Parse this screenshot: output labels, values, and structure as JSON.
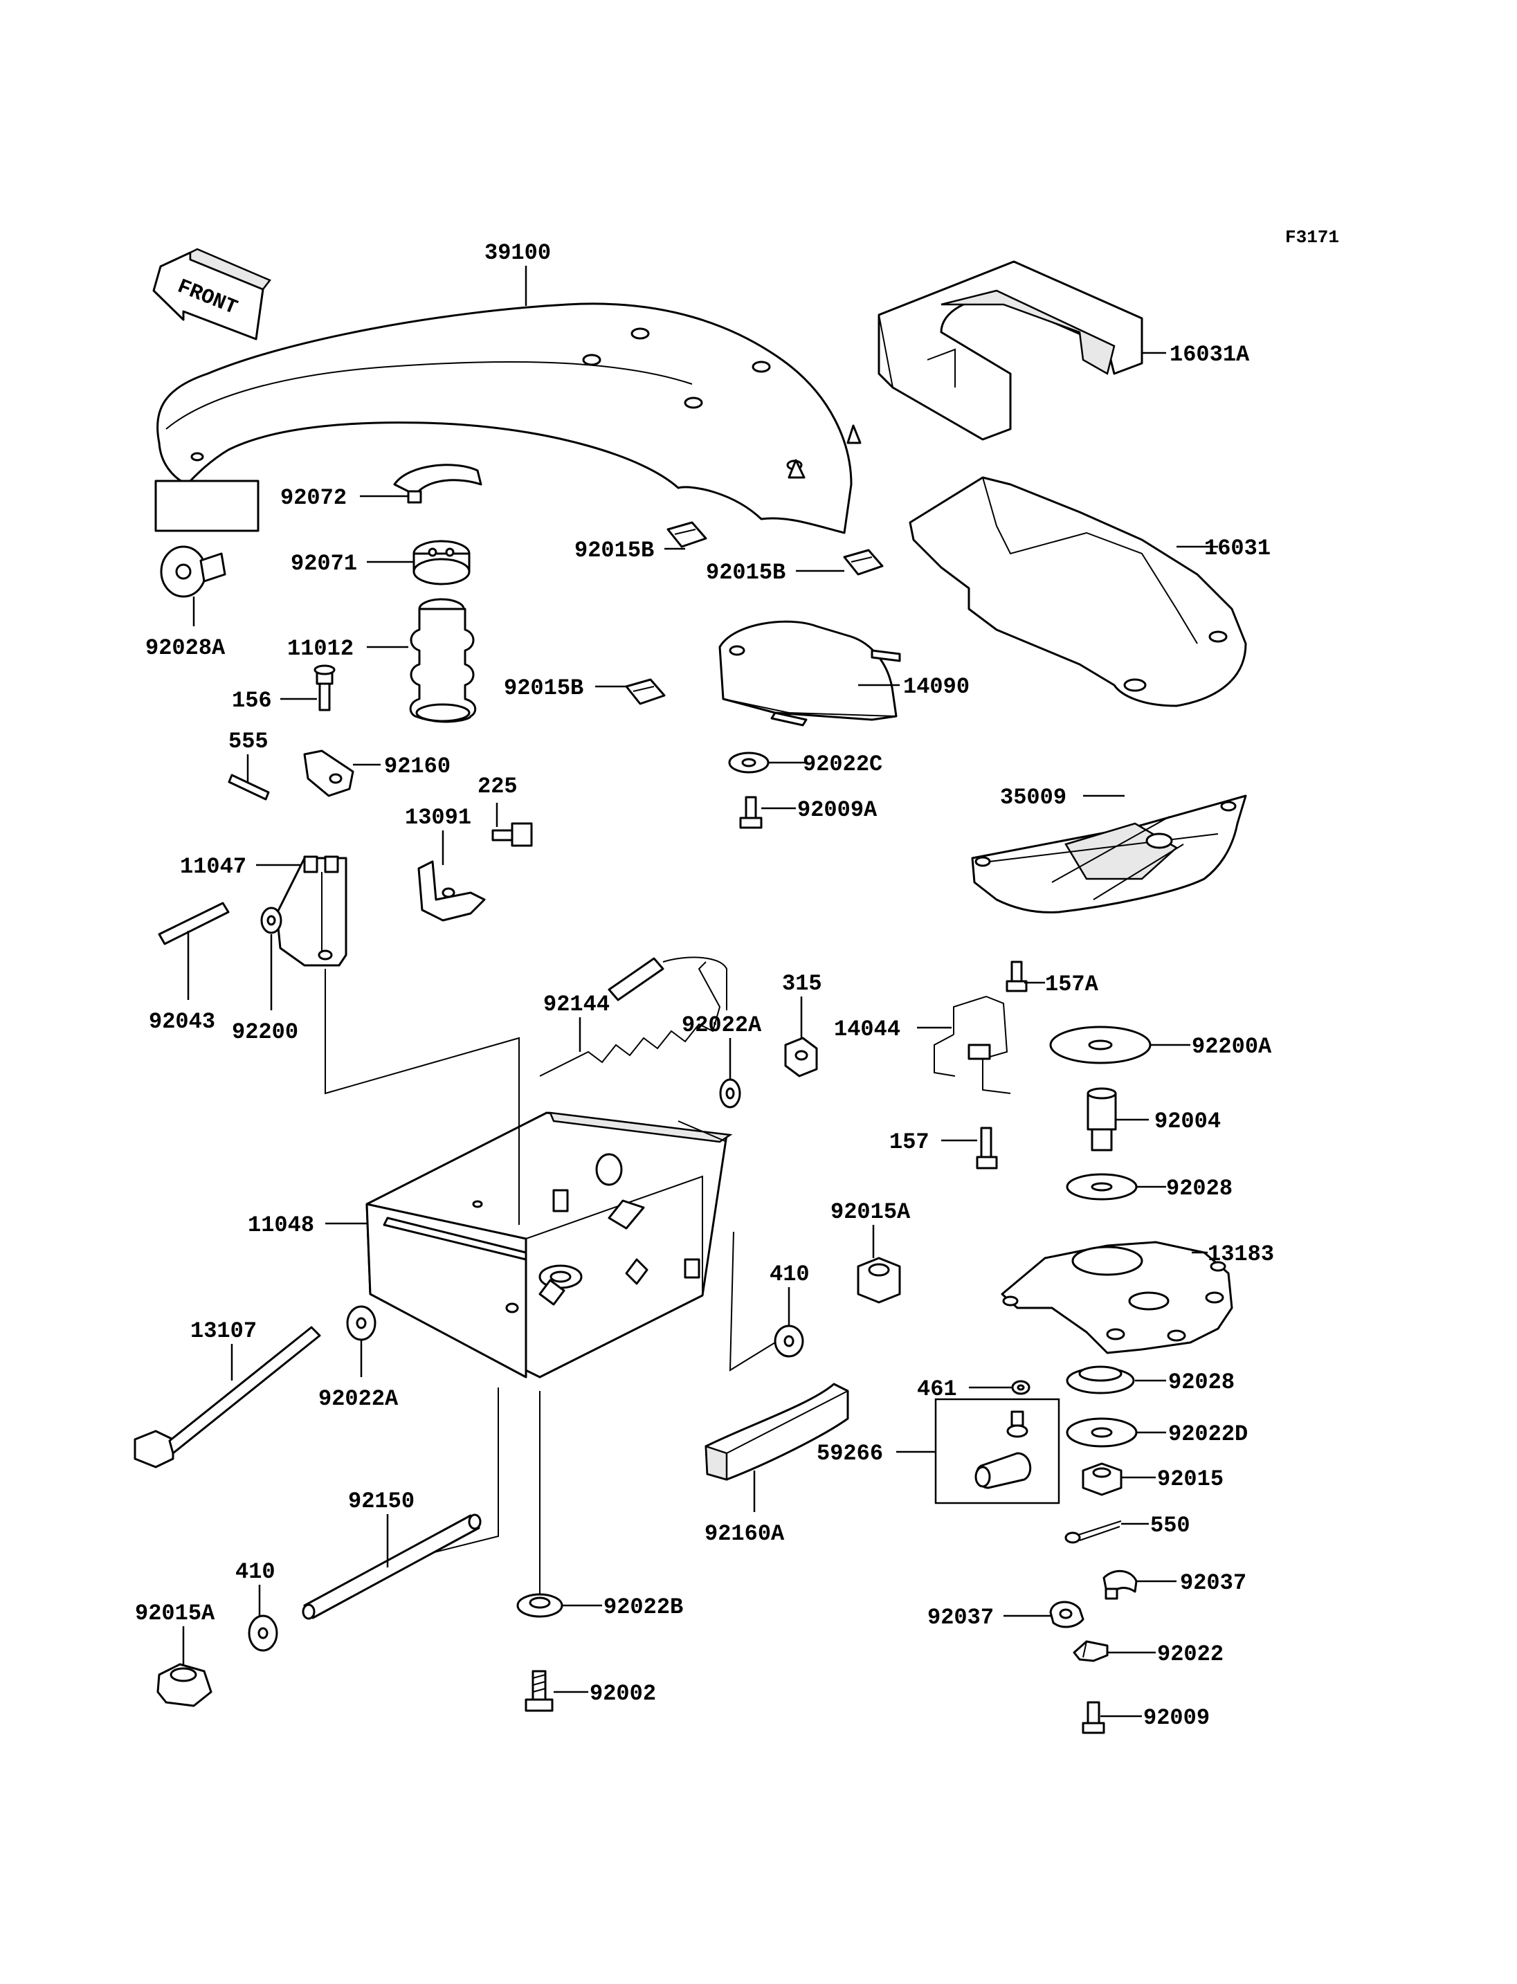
{
  "figure_code": "F3171",
  "front_label": "FRONT",
  "labels": {
    "p39100": "39100",
    "p16031A": "16031A",
    "p92072": "92072",
    "p92071": "92071",
    "p92028A": "92028A",
    "p92015B_1": "92015B",
    "p92015B_2": "92015B",
    "p16031": "16031",
    "p11012": "11012",
    "p156": "156",
    "p92015B_3": "92015B",
    "p14090": "14090",
    "p555": "555",
    "p92160": "92160",
    "p92022C": "92022C",
    "p225": "225",
    "p92009A": "92009A",
    "p35009": "35009",
    "p13091": "13091",
    "p11047": "11047",
    "p157A": "157A",
    "p315": "315",
    "p92144": "92144",
    "p92022A_1": "92022A",
    "p14044": "14044",
    "p92200A": "92200A",
    "p92043": "92043",
    "p92200": "92200",
    "p92004": "92004",
    "p157": "157",
    "p92028_1": "92028",
    "p11048": "11048",
    "p92015A_1": "92015A",
    "p13183": "13183",
    "p410_1": "410",
    "p13107": "13107",
    "p92022A_2": "92022A",
    "p461": "461",
    "p92028_2": "92028",
    "p59266": "59266",
    "p92022D": "92022D",
    "p92015": "92015",
    "p92160A": "92160A",
    "p550": "550",
    "p92150": "92150",
    "p92037_1": "92037",
    "p410_2": "410",
    "p92015A_2": "92015A",
    "p92022B": "92022B",
    "p92037_2": "92037",
    "p92022": "92022",
    "p92002": "92002",
    "p92009": "92009"
  }
}
